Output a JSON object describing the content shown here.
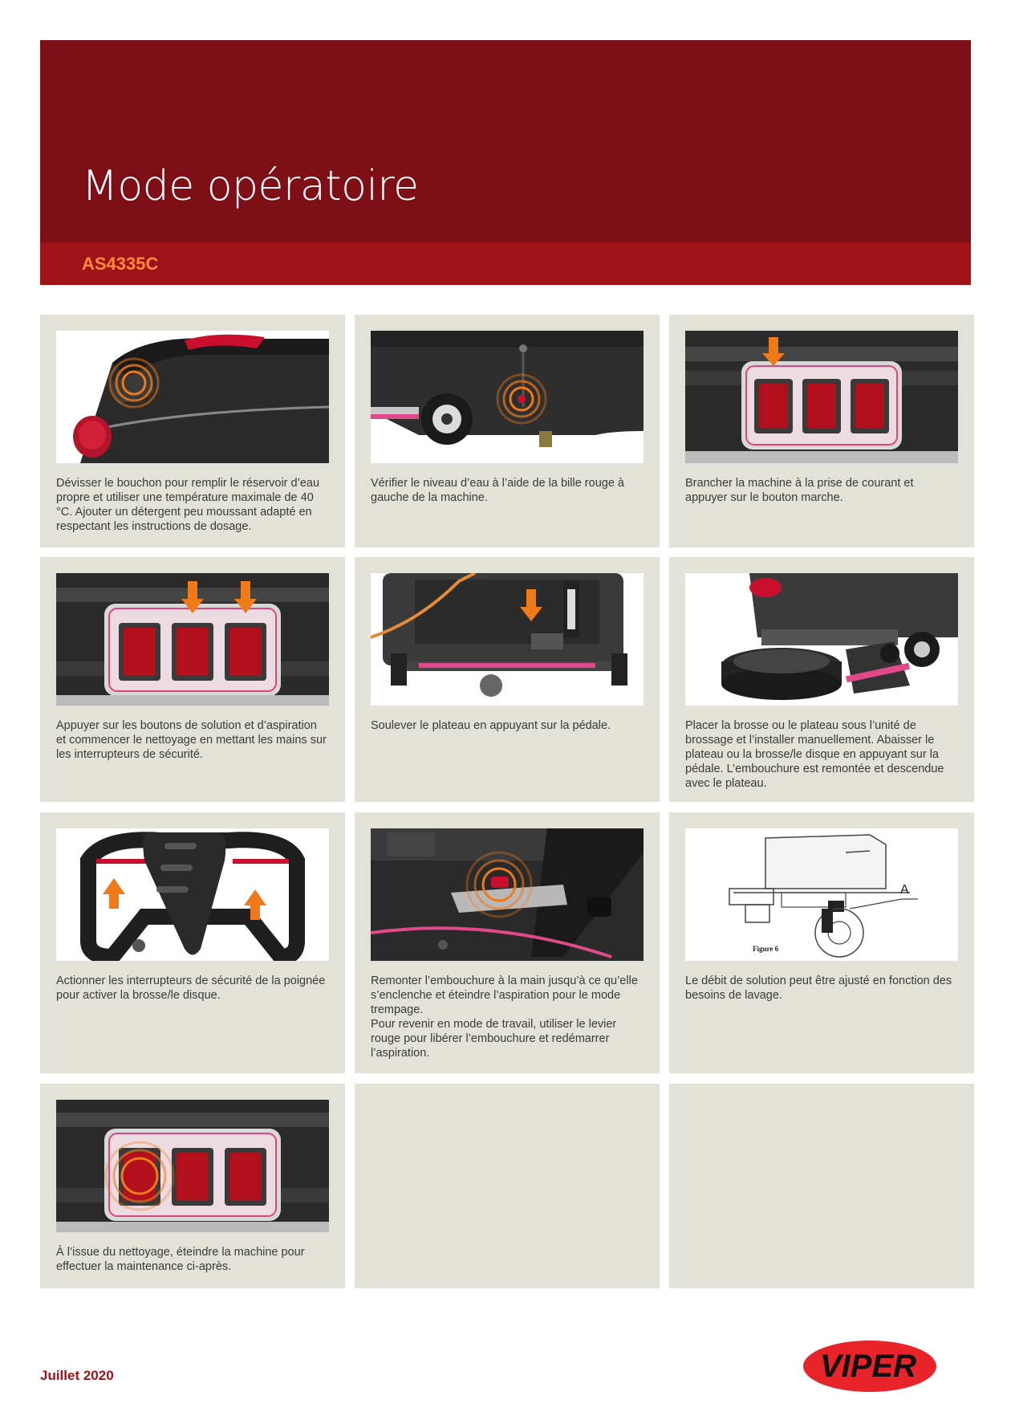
{
  "header": {
    "title": "Mode opératoire",
    "model": "AS4335C"
  },
  "steps": [
    {
      "caption": "Dévisser le bouchon pour remplir le réservoir d’eau propre et utiliser une température maximale de 40 °C. Ajouter un détergent peu moussant adapté en respectant les instructions de dosage."
    },
    {
      "caption": "Vérifier le niveau d’eau à l’aide de la bille rouge à gauche de la machine."
    },
    {
      "caption": "Brancher la machine à la prise de courant et appuyer sur le bouton marche."
    },
    {
      "caption": "Appuyer sur les boutons de solution et d’aspiration et commencer le nettoyage en mettant les mains sur les interrupteurs de sécurité."
    },
    {
      "caption": "Soulever le plateau en appuyant sur la pédale."
    },
    {
      "caption": "Placer la brosse ou le plateau sous l’unité de brossage et l’installer manuellement. Abaisser le plateau ou la brosse/le disque en appuyant sur la pédale. L’embouchure est remontée et descendue avec le plateau."
    },
    {
      "caption": "Actionner les interrupteurs de sécurité de la poignée pour activer la brosse/le disque."
    },
    {
      "caption": "Remonter l’embouchure à la main jusqu’à ce qu’elle s’enclenche et éteindre l’aspiration pour le mode trempage.\nPour revenir en mode de travail, utiliser le levier rouge pour libérer l’embouchure et redémarrer l’aspiration."
    },
    {
      "caption": "Le débit de solution peut être ajusté en fonction des besoins de lavage.",
      "figure_label": "Figure 6",
      "figure_marker": "A"
    },
    {
      "caption": "À l’issue du nettoyage, éteindre la machine pour effectuer la maintenance ci-après."
    }
  ],
  "footer": {
    "date": "Juillet 2020",
    "brand": "VIPER"
  },
  "colors": {
    "header_dark": "#7f0f17",
    "header_band": "#9e1218",
    "subtitle": "#ff8c3a",
    "card_bg": "#e2e2d8",
    "accent_orange": "#f07a1a"
  }
}
